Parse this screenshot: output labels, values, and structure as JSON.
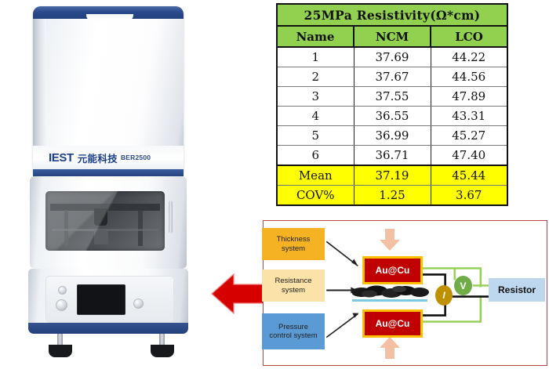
{
  "instrument": {
    "brand": "IEST",
    "brand_cn": "元能科技",
    "model": "BER2500"
  },
  "table": {
    "title": "25MPa Resistivity(Ω*cm)",
    "columns": [
      "Name",
      "NCM",
      "LCO"
    ],
    "rows": [
      {
        "name": "1",
        "ncm": "37.69",
        "lco": "44.22"
      },
      {
        "name": "2",
        "ncm": "37.67",
        "lco": "44.56"
      },
      {
        "name": "3",
        "ncm": "37.55",
        "lco": "47.89"
      },
      {
        "name": "4",
        "ncm": "36.55",
        "lco": "43.31"
      },
      {
        "name": "5",
        "ncm": "36.99",
        "lco": "45.27"
      },
      {
        "name": "6",
        "ncm": "36.71",
        "lco": "47.40"
      }
    ],
    "summary": [
      {
        "name": "Mean",
        "ncm": "37.19",
        "lco": "45.44"
      },
      {
        "name": "COV%",
        "ncm": "1.25",
        "lco": "3.67"
      }
    ],
    "colors": {
      "header_green": "#92d14f",
      "summary_yellow": "#ffff00",
      "border": "#111111"
    }
  },
  "diagram": {
    "subsystems": [
      {
        "label_line1": "Thickness",
        "label_line2": "system",
        "color": "#f5b323"
      },
      {
        "label_line1": "Resistance",
        "label_line2": "system",
        "color": "#fbe2a8"
      },
      {
        "label_line1": "Pressure",
        "label_line2": "control system",
        "color": "#5b9bd5"
      }
    ],
    "electrode_top": "Au@Cu",
    "electrode_bottom": "Au@Cu",
    "current_meter": "I",
    "voltage_meter": "V",
    "resistor": "Resistor",
    "colors": {
      "electrode_fill": "#c00000",
      "electrode_border": "#ffc000",
      "current_meter": "#bf9000",
      "voltage_meter": "#70ad47",
      "resistor_fill": "#bdd7ee",
      "frame": "#b44444",
      "press_arrow": "#f3c0a4",
      "wire_green": "#92d050",
      "wire_black": "#111111"
    }
  },
  "flow_arrow": {
    "direction": "left",
    "color": "#d60000"
  }
}
